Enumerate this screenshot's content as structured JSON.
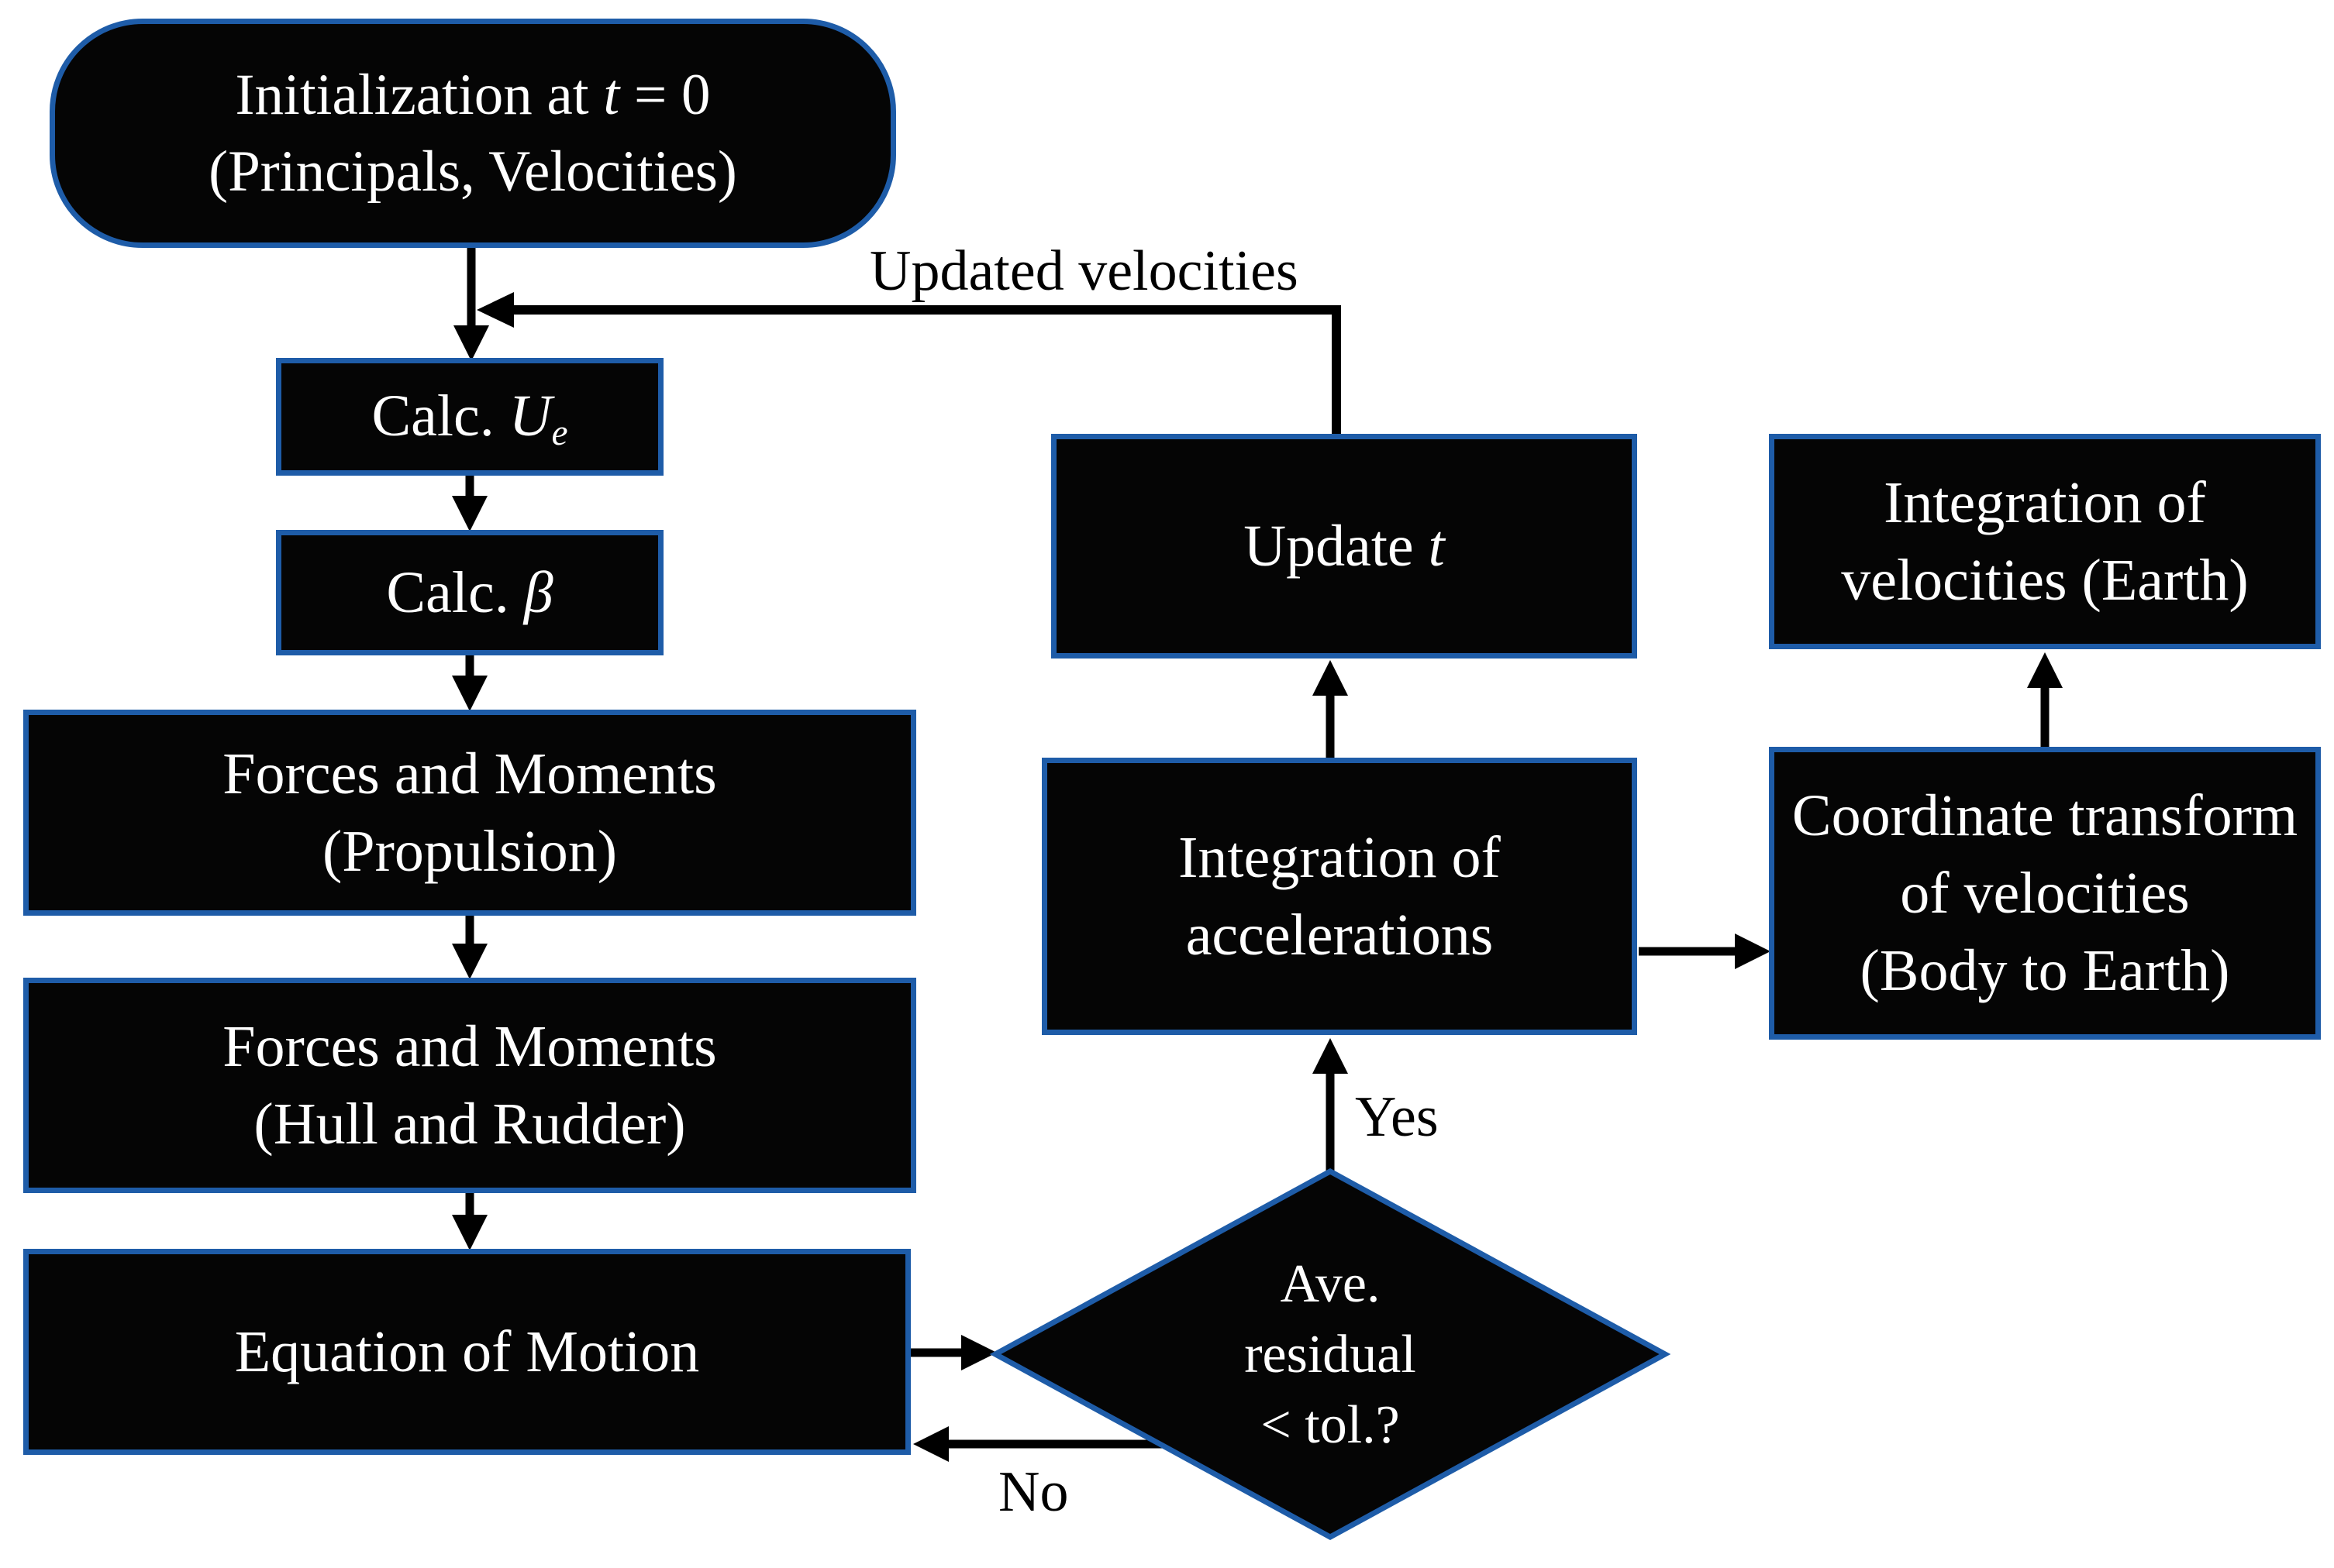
{
  "colors": {
    "box_fill": "#050505",
    "box_border": "#1E5CA8",
    "box_text": "#FFFFFF",
    "arrow": "#000000",
    "label_text": "#000000",
    "background": "#FFFFFF"
  },
  "nodes": {
    "init": {
      "line1_prefix": "Initialization at ",
      "line1_var": "t",
      "line1_suffix": " = 0",
      "line2": "(Principals, Velocities)"
    },
    "calc_ue": {
      "prefix": "Calc. ",
      "symbol": "U",
      "subscript": "e"
    },
    "calc_beta": {
      "prefix": "Calc. ",
      "symbol": "β"
    },
    "forces_propulsion": {
      "line1": "Forces and Moments",
      "line2": "(Propulsion)"
    },
    "forces_hull": {
      "line1": "Forces and Moments",
      "line2": "(Hull and Rudder)"
    },
    "equation_motion": {
      "label": "Equation of Motion"
    },
    "decision": {
      "line1": "Ave.",
      "line2": "residual",
      "line3": "< tol.?"
    },
    "update_t": {
      "prefix": "Update ",
      "var": "t"
    },
    "integration_acc": {
      "line1": "Integration of",
      "line2": "accelerations"
    },
    "integration_vel": {
      "line1": "Integration of",
      "line2": "velocities (Earth)"
    },
    "coord_transform": {
      "line1": "Coordinate transform",
      "line2": "of velocities",
      "line3": "(Body to Earth)"
    }
  },
  "edge_labels": {
    "updated_velocities": "Updated velocities",
    "yes": "Yes",
    "no": "No"
  }
}
